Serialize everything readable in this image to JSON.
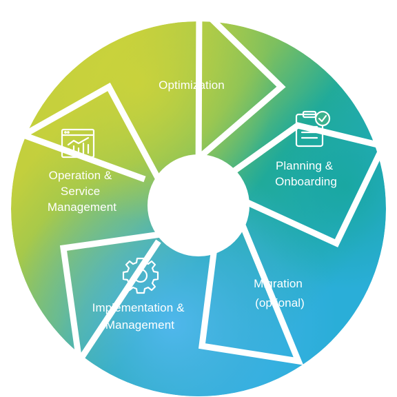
{
  "stages": [
    {
      "id": "optimization",
      "lines": [
        "Optimization"
      ],
      "icon": null
    },
    {
      "id": "planning",
      "lines": [
        "Planning &",
        "Onboarding"
      ],
      "icon": "clipboard-check-icon"
    },
    {
      "id": "migration",
      "lines": [
        "Migration",
        "(optional)"
      ],
      "icon": null
    },
    {
      "id": "implementation",
      "lines": [
        "Implementation &",
        "Management"
      ],
      "icon": "gear-icon"
    },
    {
      "id": "operation",
      "lines": [
        "Operation &",
        "Service",
        "Management"
      ],
      "icon": "chart-window-icon"
    }
  ],
  "colors": {
    "yellow_green": "#c3cf3d",
    "green": "#74bd63",
    "teal": "#1fa99c",
    "sky_blue": "#45b0ea",
    "outline": "#ffffff"
  }
}
